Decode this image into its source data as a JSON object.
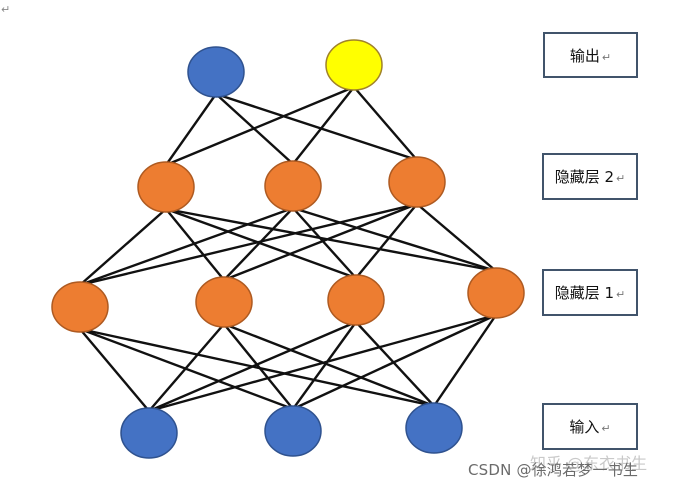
{
  "diagram": {
    "type": "neural-network",
    "layers": [
      {
        "id": "output",
        "label": "输出",
        "nodes": [
          {
            "color": "#4472c4"
          },
          {
            "color": "#ffff00"
          }
        ]
      },
      {
        "id": "hidden2",
        "label": "隐藏层 2",
        "nodes": [
          {
            "color": "#ed7d31"
          },
          {
            "color": "#ed7d31"
          },
          {
            "color": "#ed7d31"
          }
        ]
      },
      {
        "id": "hidden1",
        "label": "隐藏层 1",
        "nodes": [
          {
            "color": "#ed7d31"
          },
          {
            "color": "#ed7d31"
          },
          {
            "color": "#ed7d31"
          },
          {
            "color": "#ed7d31"
          }
        ]
      },
      {
        "id": "input",
        "label": "输入",
        "nodes": [
          {
            "color": "#4472c4"
          },
          {
            "color": "#4472c4"
          },
          {
            "color": "#4472c4"
          }
        ]
      }
    ],
    "connections": "fully-connected between adjacent layers"
  },
  "colors": {
    "input_output_node": "#4472c4",
    "highlight_output_node": "#ffff00",
    "hidden_node": "#ed7d31",
    "edge": "#111111",
    "label_border": "#41546b"
  },
  "paragraph_mark": "↵",
  "watermark": {
    "text": "CSDN @徐鸿若梦一书生",
    "ghost": "知乎 @东衣书生"
  }
}
